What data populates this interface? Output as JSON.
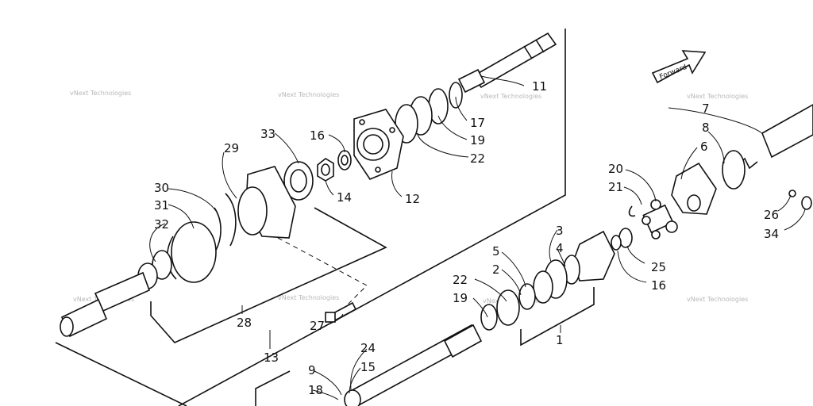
{
  "diagram": {
    "direction_label": "Forward",
    "watermark": "vNext Technologies",
    "part_numbers": [
      "1",
      "2",
      "3",
      "4",
      "5",
      "6",
      "7",
      "8",
      "9",
      "11",
      "12",
      "13",
      "14",
      "15",
      "16",
      "16",
      "17",
      "18",
      "19",
      "19",
      "20",
      "21",
      "22",
      "22",
      "24",
      "25",
      "26",
      "27",
      "28",
      "29",
      "30",
      "31",
      "32",
      "33",
      "34"
    ]
  }
}
